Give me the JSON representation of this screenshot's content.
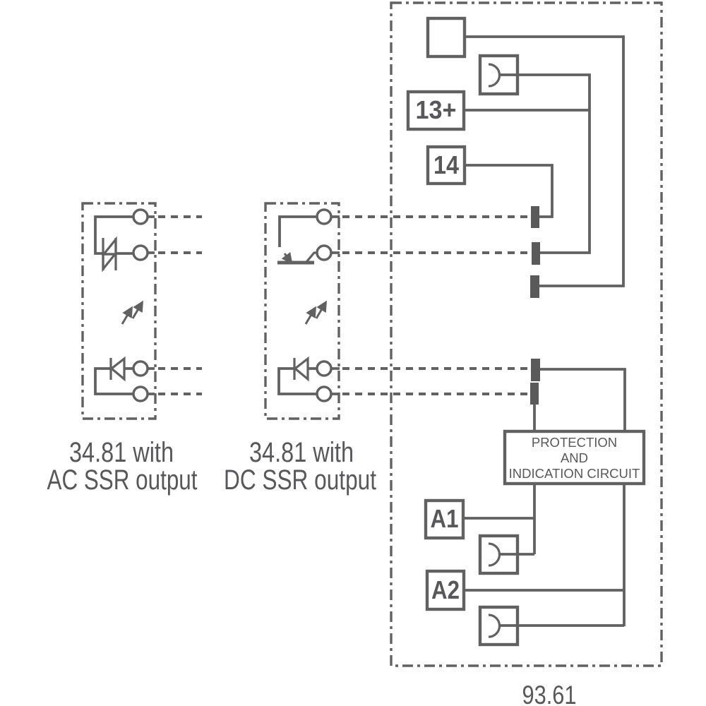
{
  "colors": {
    "stroke": "#616161",
    "text": "#58585a",
    "terminal": "#5a5a5a",
    "background": "#ffffff"
  },
  "modules": {
    "ac_ssr": {
      "caption_line1": "34.81 with",
      "caption_line2": "AC SSR output"
    },
    "dc_ssr": {
      "caption_line1": "34.81 with",
      "caption_line2": "DC SSR output"
    },
    "socket": {
      "caption": "93.61",
      "terminals": {
        "coil_plus": "13+",
        "output": "14",
        "a1": "A1",
        "a2": "A2"
      },
      "protection_box": {
        "line1": "PROTECTION",
        "line2": "AND",
        "line3": "INDICATION CIRCUIT"
      }
    }
  }
}
